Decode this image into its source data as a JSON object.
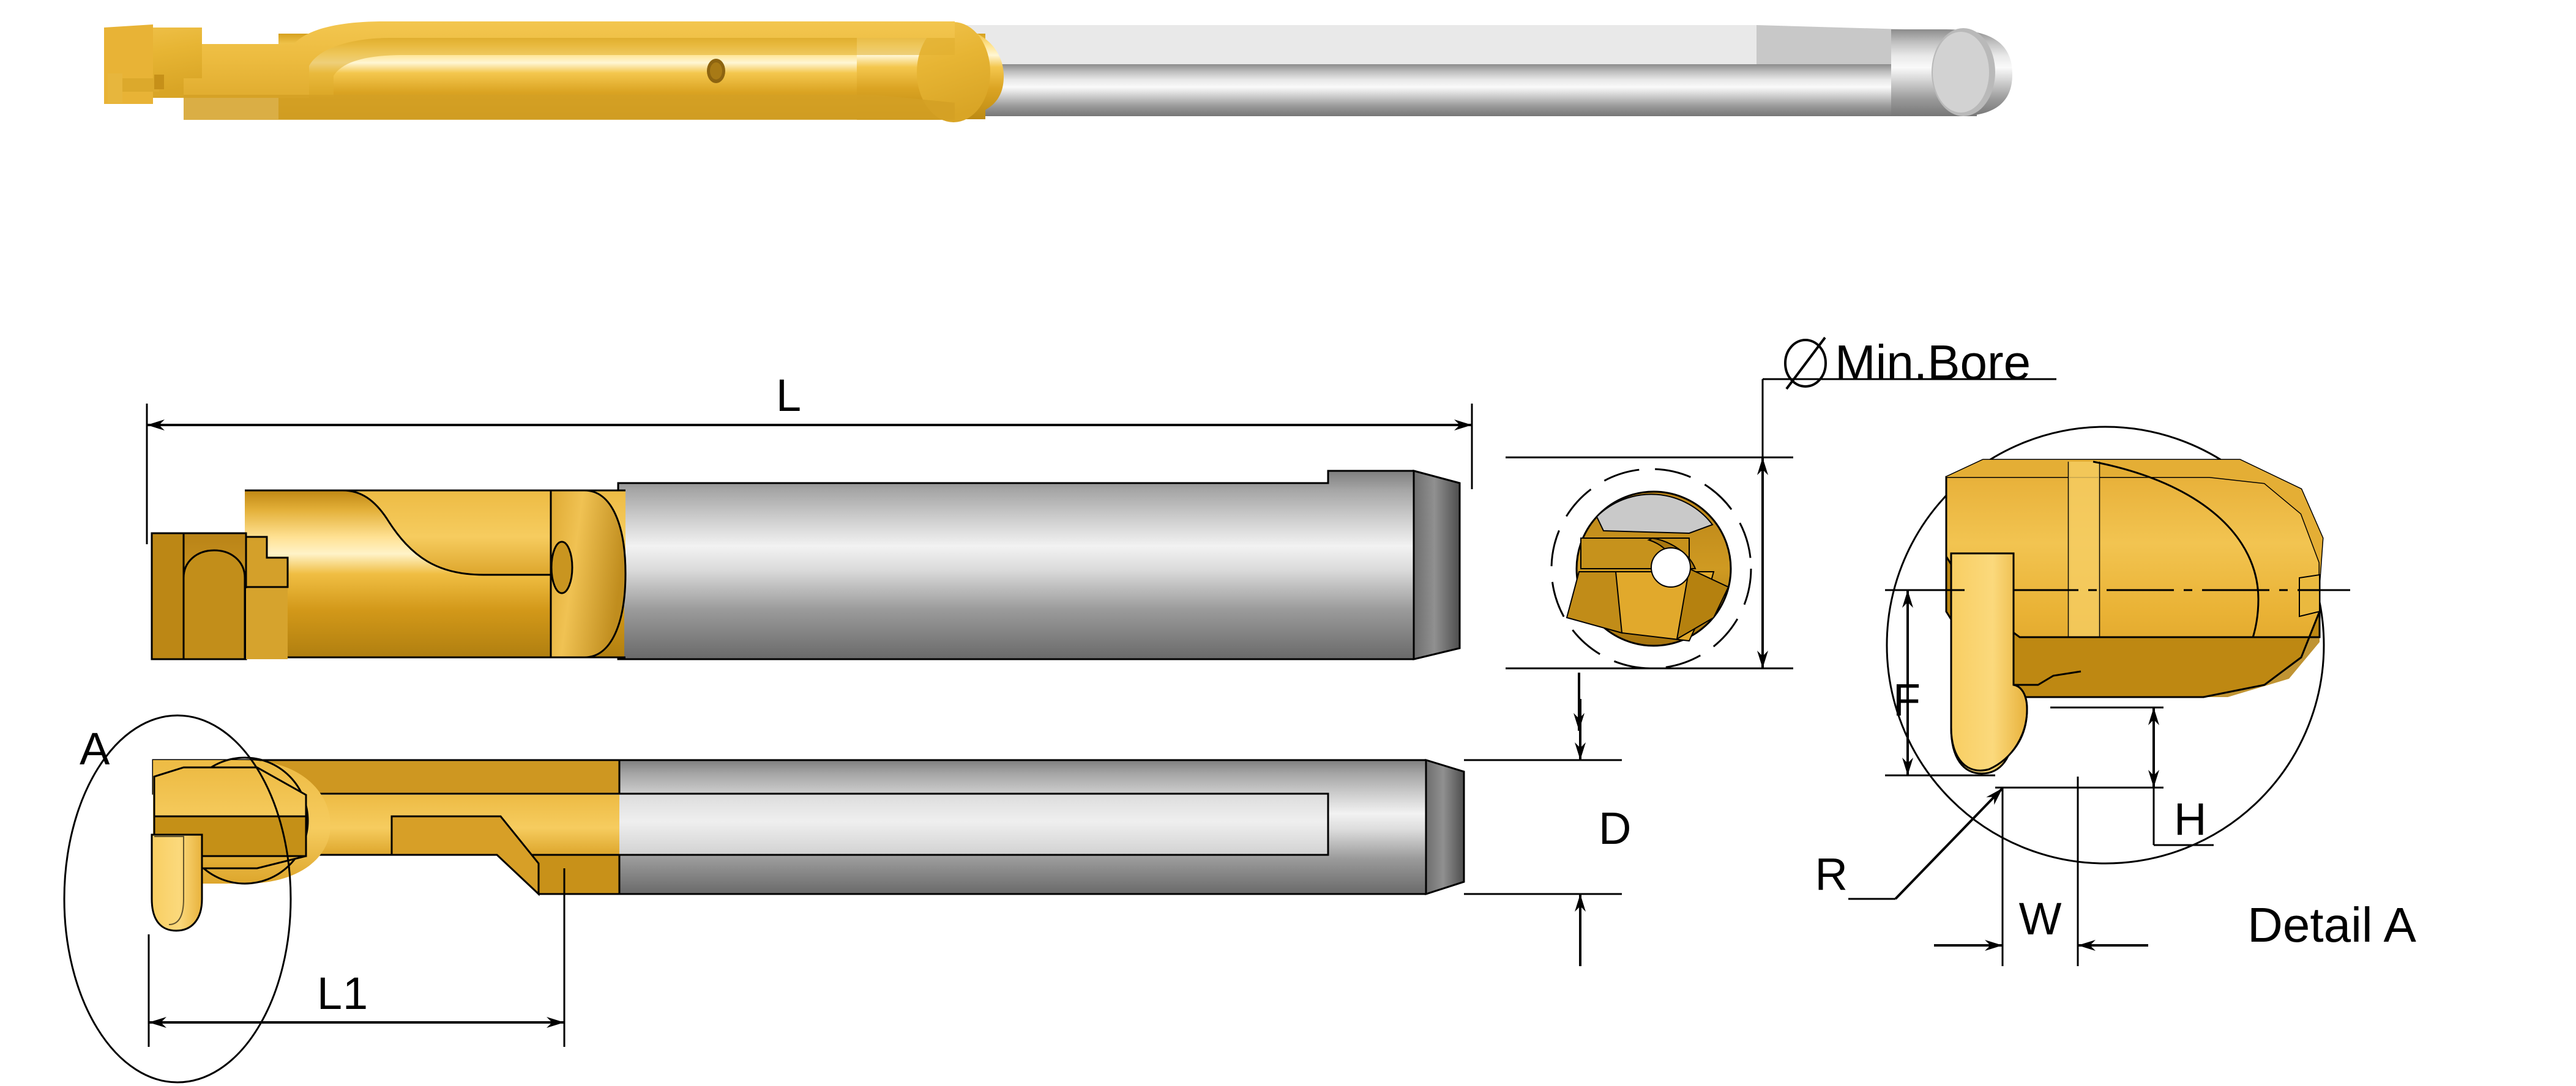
{
  "drawing": {
    "type": "engineering-drawing",
    "subject": "Carbide mini boring / grooving bar with TiN coated head",
    "views": [
      {
        "id": "iso-photo",
        "name": "3D rendered isometric view"
      },
      {
        "id": "side-view",
        "name": "Side elevation view"
      },
      {
        "id": "end-view",
        "name": "End section view"
      },
      {
        "id": "top-view",
        "name": "Plan / bottom view"
      },
      {
        "id": "detail-a",
        "name": "Detail A enlarged view"
      }
    ]
  },
  "labels": {
    "length_overall": "L",
    "length_head": "L1",
    "diameter": "D",
    "min_bore": "Min.Bore",
    "diameter_symbol": "⌀",
    "detail_marker": "A",
    "detail_title": "Detail A",
    "front_clearance": "F",
    "insert_height": "H",
    "corner_radius": "R",
    "groove_width": "W"
  },
  "colors": {
    "coating_gold": "#E5A928",
    "coating_gold_light": "#FBC853",
    "coating_gold_dark": "#B8821A",
    "steel_light": "#E3E3E3",
    "steel_mid": "#A8A8A8",
    "steel_dark": "#6E6E6E",
    "line": "#000000",
    "background": "#FFFFFF"
  }
}
